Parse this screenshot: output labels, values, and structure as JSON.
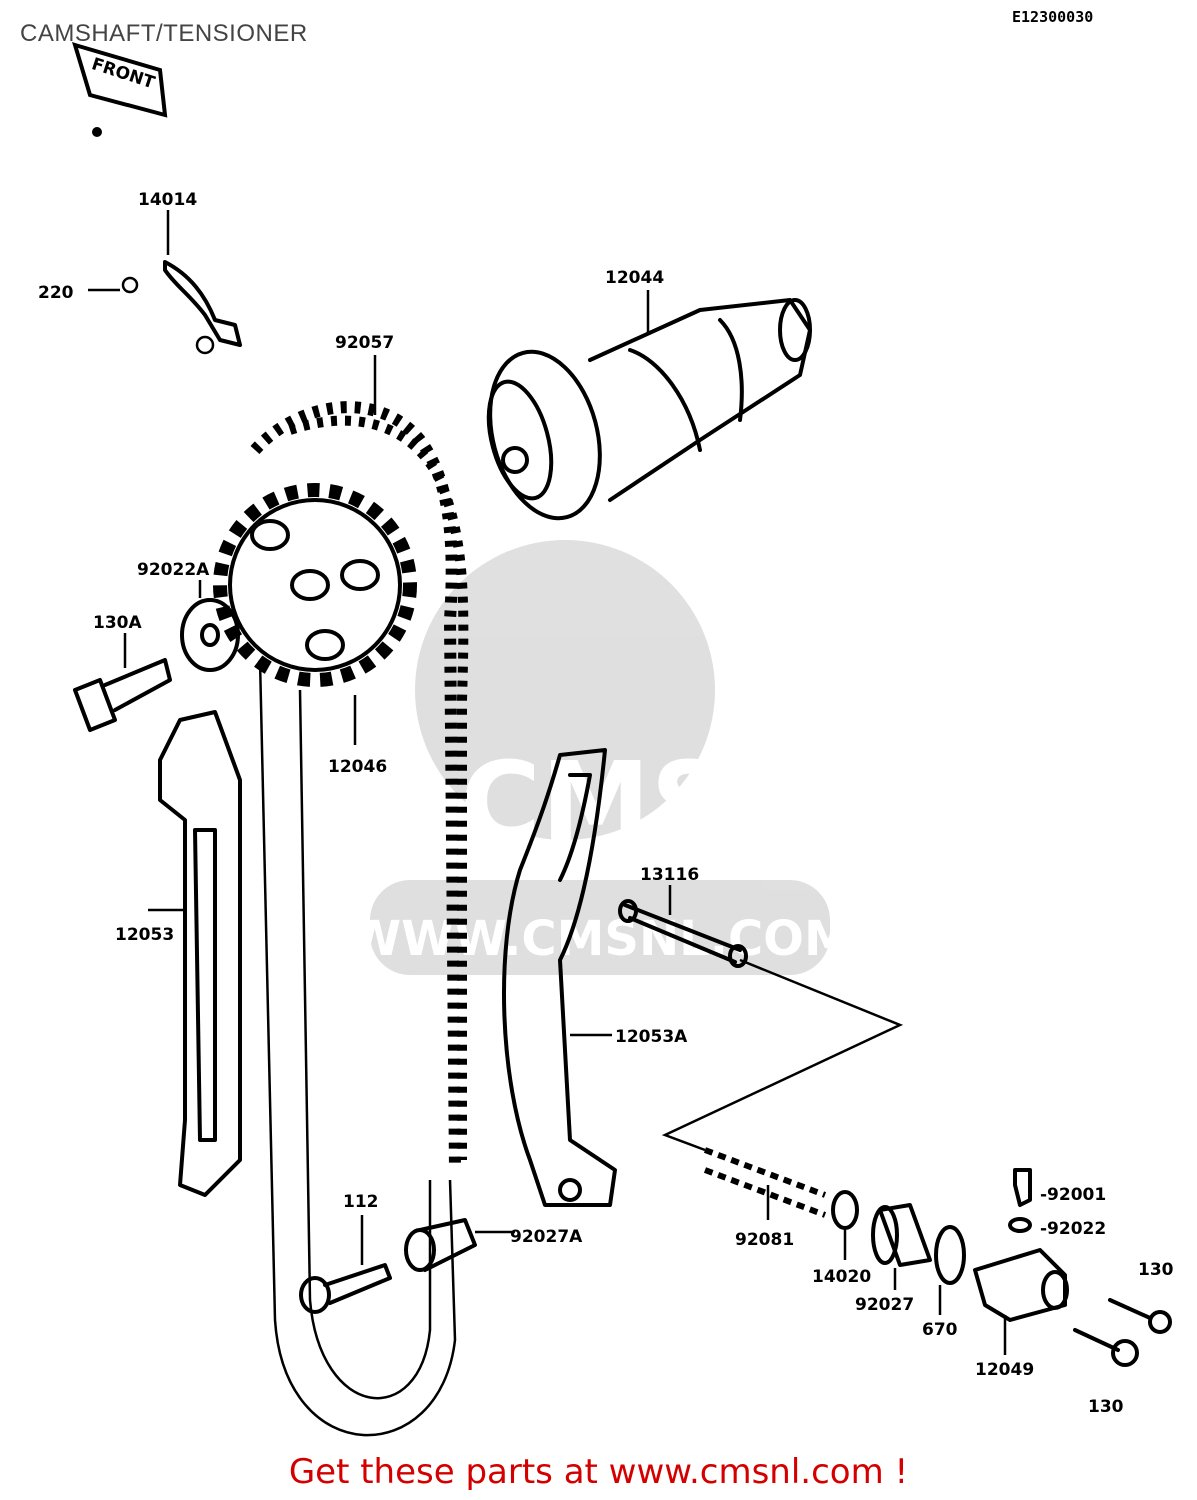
{
  "title": "CAMSHAFT/TENSIONER",
  "diagram_code": "E12300030",
  "front_label": "FRONT",
  "watermark": {
    "logo_text": "CMS",
    "url_text": "WWW.CMSNL.COM"
  },
  "footer": "Get these parts at www.cmsnl.com !",
  "parts": {
    "p14014": "14014",
    "p220": "220",
    "p92057": "92057",
    "p12044": "12044",
    "p92022A": "92022A",
    "p130A": "130A",
    "p12046": "12046",
    "p12053": "12053",
    "p13116": "13116",
    "p12053A": "12053A",
    "p112": "112",
    "p92027A": "92027A",
    "p92081": "92081",
    "p14020": "14020",
    "p92027": "92027",
    "p670": "670",
    "p12049": "12049",
    "p92001": "-92001",
    "p92022": "-92022",
    "p130a": "130",
    "p130b": "130"
  }
}
